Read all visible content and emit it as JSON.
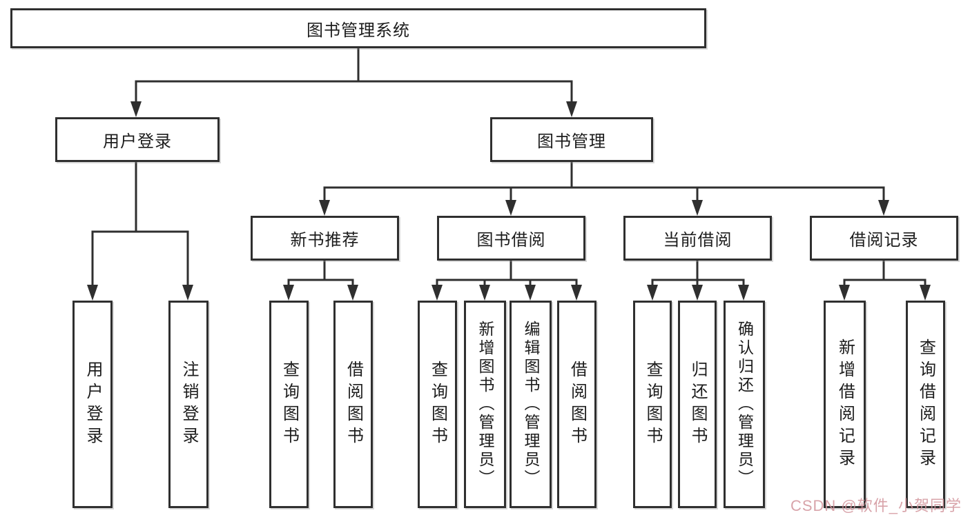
{
  "colors": {
    "line": "#2f2f2f",
    "box_border": "#2f2f2f",
    "background": "#ffffff",
    "watermark": "#d2939b"
  },
  "watermark": {
    "text": "CSDN @软件_小贺同学"
  },
  "tree": {
    "label": "图书管理系统",
    "children": [
      {
        "label": "用户登录",
        "children": [
          {
            "label": "用户登录"
          },
          {
            "label": "注销登录"
          }
        ]
      },
      {
        "label": "图书管理",
        "children": [
          {
            "label": "新书推荐",
            "children": [
              {
                "label": "查询图书"
              },
              {
                "label": "借阅图书"
              }
            ]
          },
          {
            "label": "图书借阅",
            "children": [
              {
                "label": "查询图书"
              },
              {
                "label": "新增图书（管理员）"
              },
              {
                "label": "编辑图书（管理员）"
              },
              {
                "label": "借阅图书"
              }
            ]
          },
          {
            "label": "当前借阅",
            "children": [
              {
                "label": "查询图书"
              },
              {
                "label": "归还图书"
              },
              {
                "label": "确认归还（管理员）"
              }
            ]
          },
          {
            "label": "借阅记录",
            "children": [
              {
                "label": "新增借阅记录"
              },
              {
                "label": "查询借阅记录"
              }
            ]
          }
        ]
      }
    ]
  }
}
